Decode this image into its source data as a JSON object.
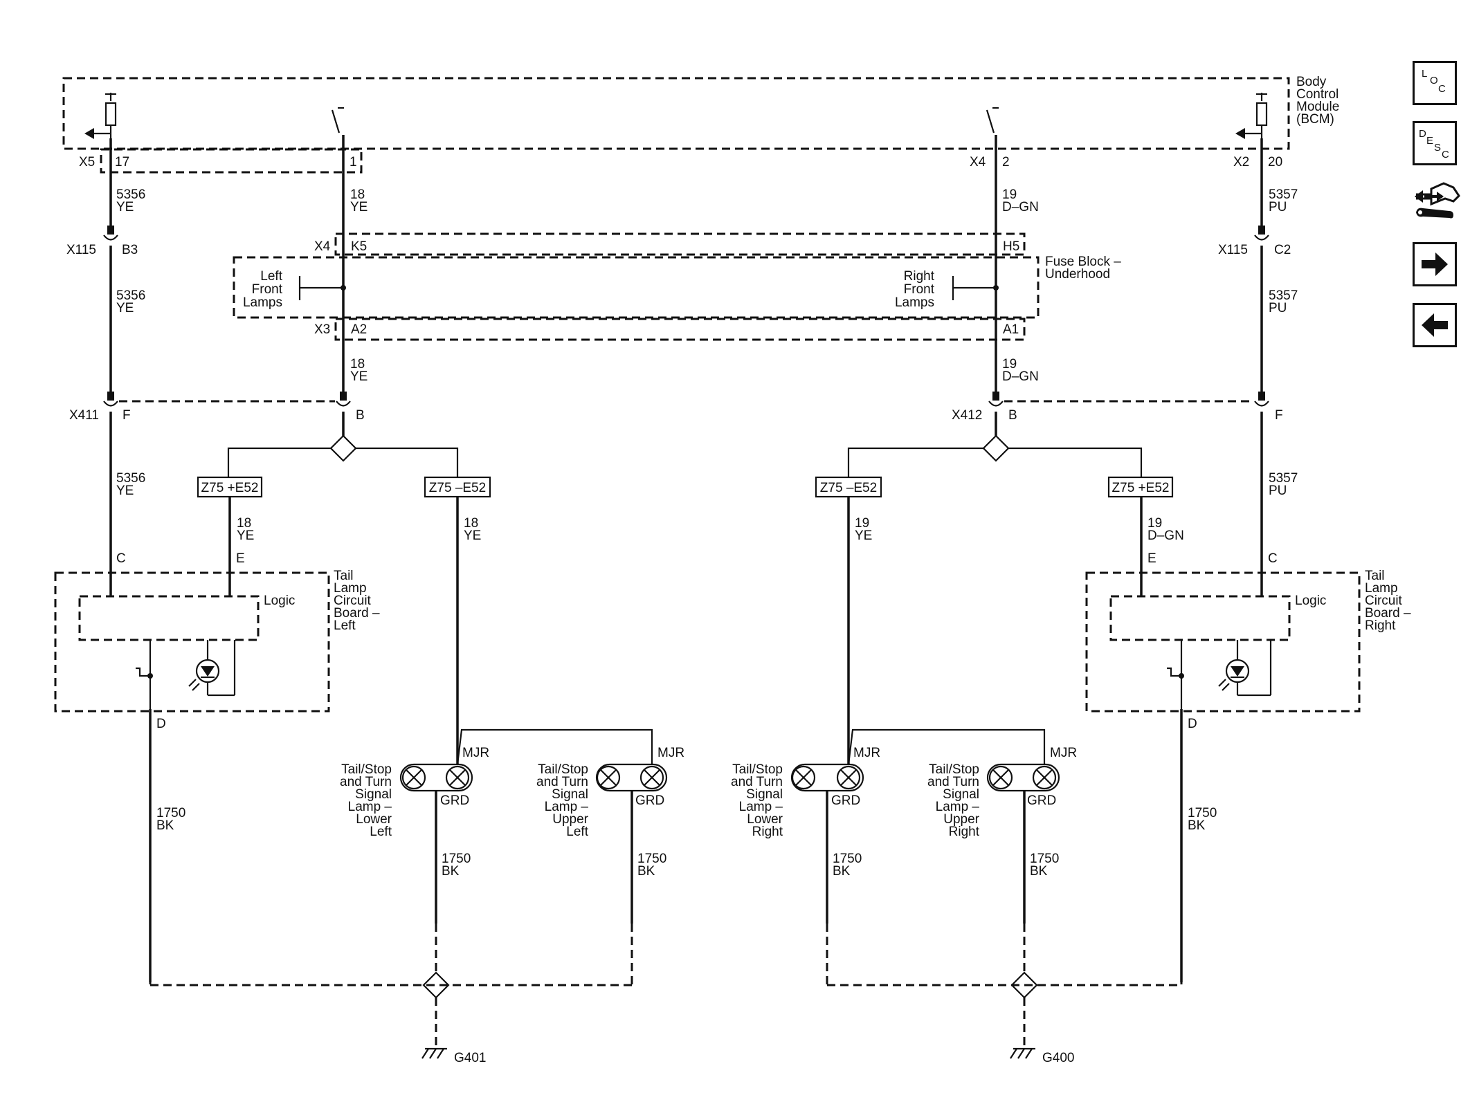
{
  "modules": {
    "bcm": [
      "Body",
      "Control",
      "Module",
      "(BCM)"
    ],
    "fuse_block": [
      "Fuse Block –",
      "Underhood"
    ],
    "left_front_lamps": [
      "Left",
      "Front",
      "Lamps"
    ],
    "right_front_lamps": [
      "Right",
      "Front",
      "Lamps"
    ],
    "tail_board_left": [
      "Tail",
      "Lamp",
      "Circuit",
      "Board –",
      "Left"
    ],
    "tail_board_right": [
      "Tail",
      "Lamp",
      "Circuit",
      "Board –",
      "Right"
    ],
    "logic": "Logic"
  },
  "connectors": {
    "x5": "X5",
    "x5_pin": "17",
    "x1_pin": "1",
    "x4_bcm": "X4",
    "x4_bcm_pin": "2",
    "x2": "X2",
    "x2_pin": "20",
    "x115_l": "X115",
    "x115_l_pin": "B3",
    "x115_r": "X115",
    "x115_r_pin": "C2",
    "x4_fb": "X4",
    "x4_fb_pin_l": "K5",
    "x4_fb_pin_r": "H5",
    "x3_fb": "X3",
    "x3_fb_pin_l": "A2",
    "x3_fb_pin_r": "A1",
    "x411": "X411",
    "x411_f": "F",
    "x411_b": "B",
    "x412": "X412",
    "x412_b": "B",
    "x412_f": "F",
    "board_l_c": "C",
    "board_l_e": "E",
    "board_l_d": "D",
    "board_r_e": "E",
    "board_r_c": "C",
    "board_r_d": "D"
  },
  "wires": {
    "w5356": [
      "5356",
      "YE"
    ],
    "w18": [
      "18",
      "YE"
    ],
    "w19": [
      "19",
      "D–GN"
    ],
    "w5357": [
      "5357",
      "PU"
    ],
    "w19_ye": [
      "19",
      "YE"
    ],
    "w1750": [
      "1750",
      "BK"
    ]
  },
  "options": {
    "z75_plus": "Z75 +E52",
    "z75_minus": "Z75 –E52"
  },
  "lamps": {
    "lower_left": [
      "Tail/Stop",
      "and Turn",
      "Signal",
      "Lamp –",
      "Lower",
      "Left"
    ],
    "upper_left": [
      "Tail/Stop",
      "and Turn",
      "Signal",
      "Lamp –",
      "Upper",
      "Left"
    ],
    "lower_right": [
      "Tail/Stop",
      "and Turn",
      "Signal",
      "Lamp –",
      "Lower",
      "Right"
    ],
    "upper_right": [
      "Tail/Stop",
      "and Turn",
      "Signal",
      "Lamp –",
      "Upper",
      "Right"
    ],
    "mjr": "MJR",
    "grd": "GRD"
  },
  "grounds": {
    "left": "G401",
    "right": "G400"
  },
  "nav": {
    "loc": [
      "L",
      "O",
      "C"
    ],
    "desc": [
      "D",
      "E",
      "S",
      "C"
    ]
  }
}
